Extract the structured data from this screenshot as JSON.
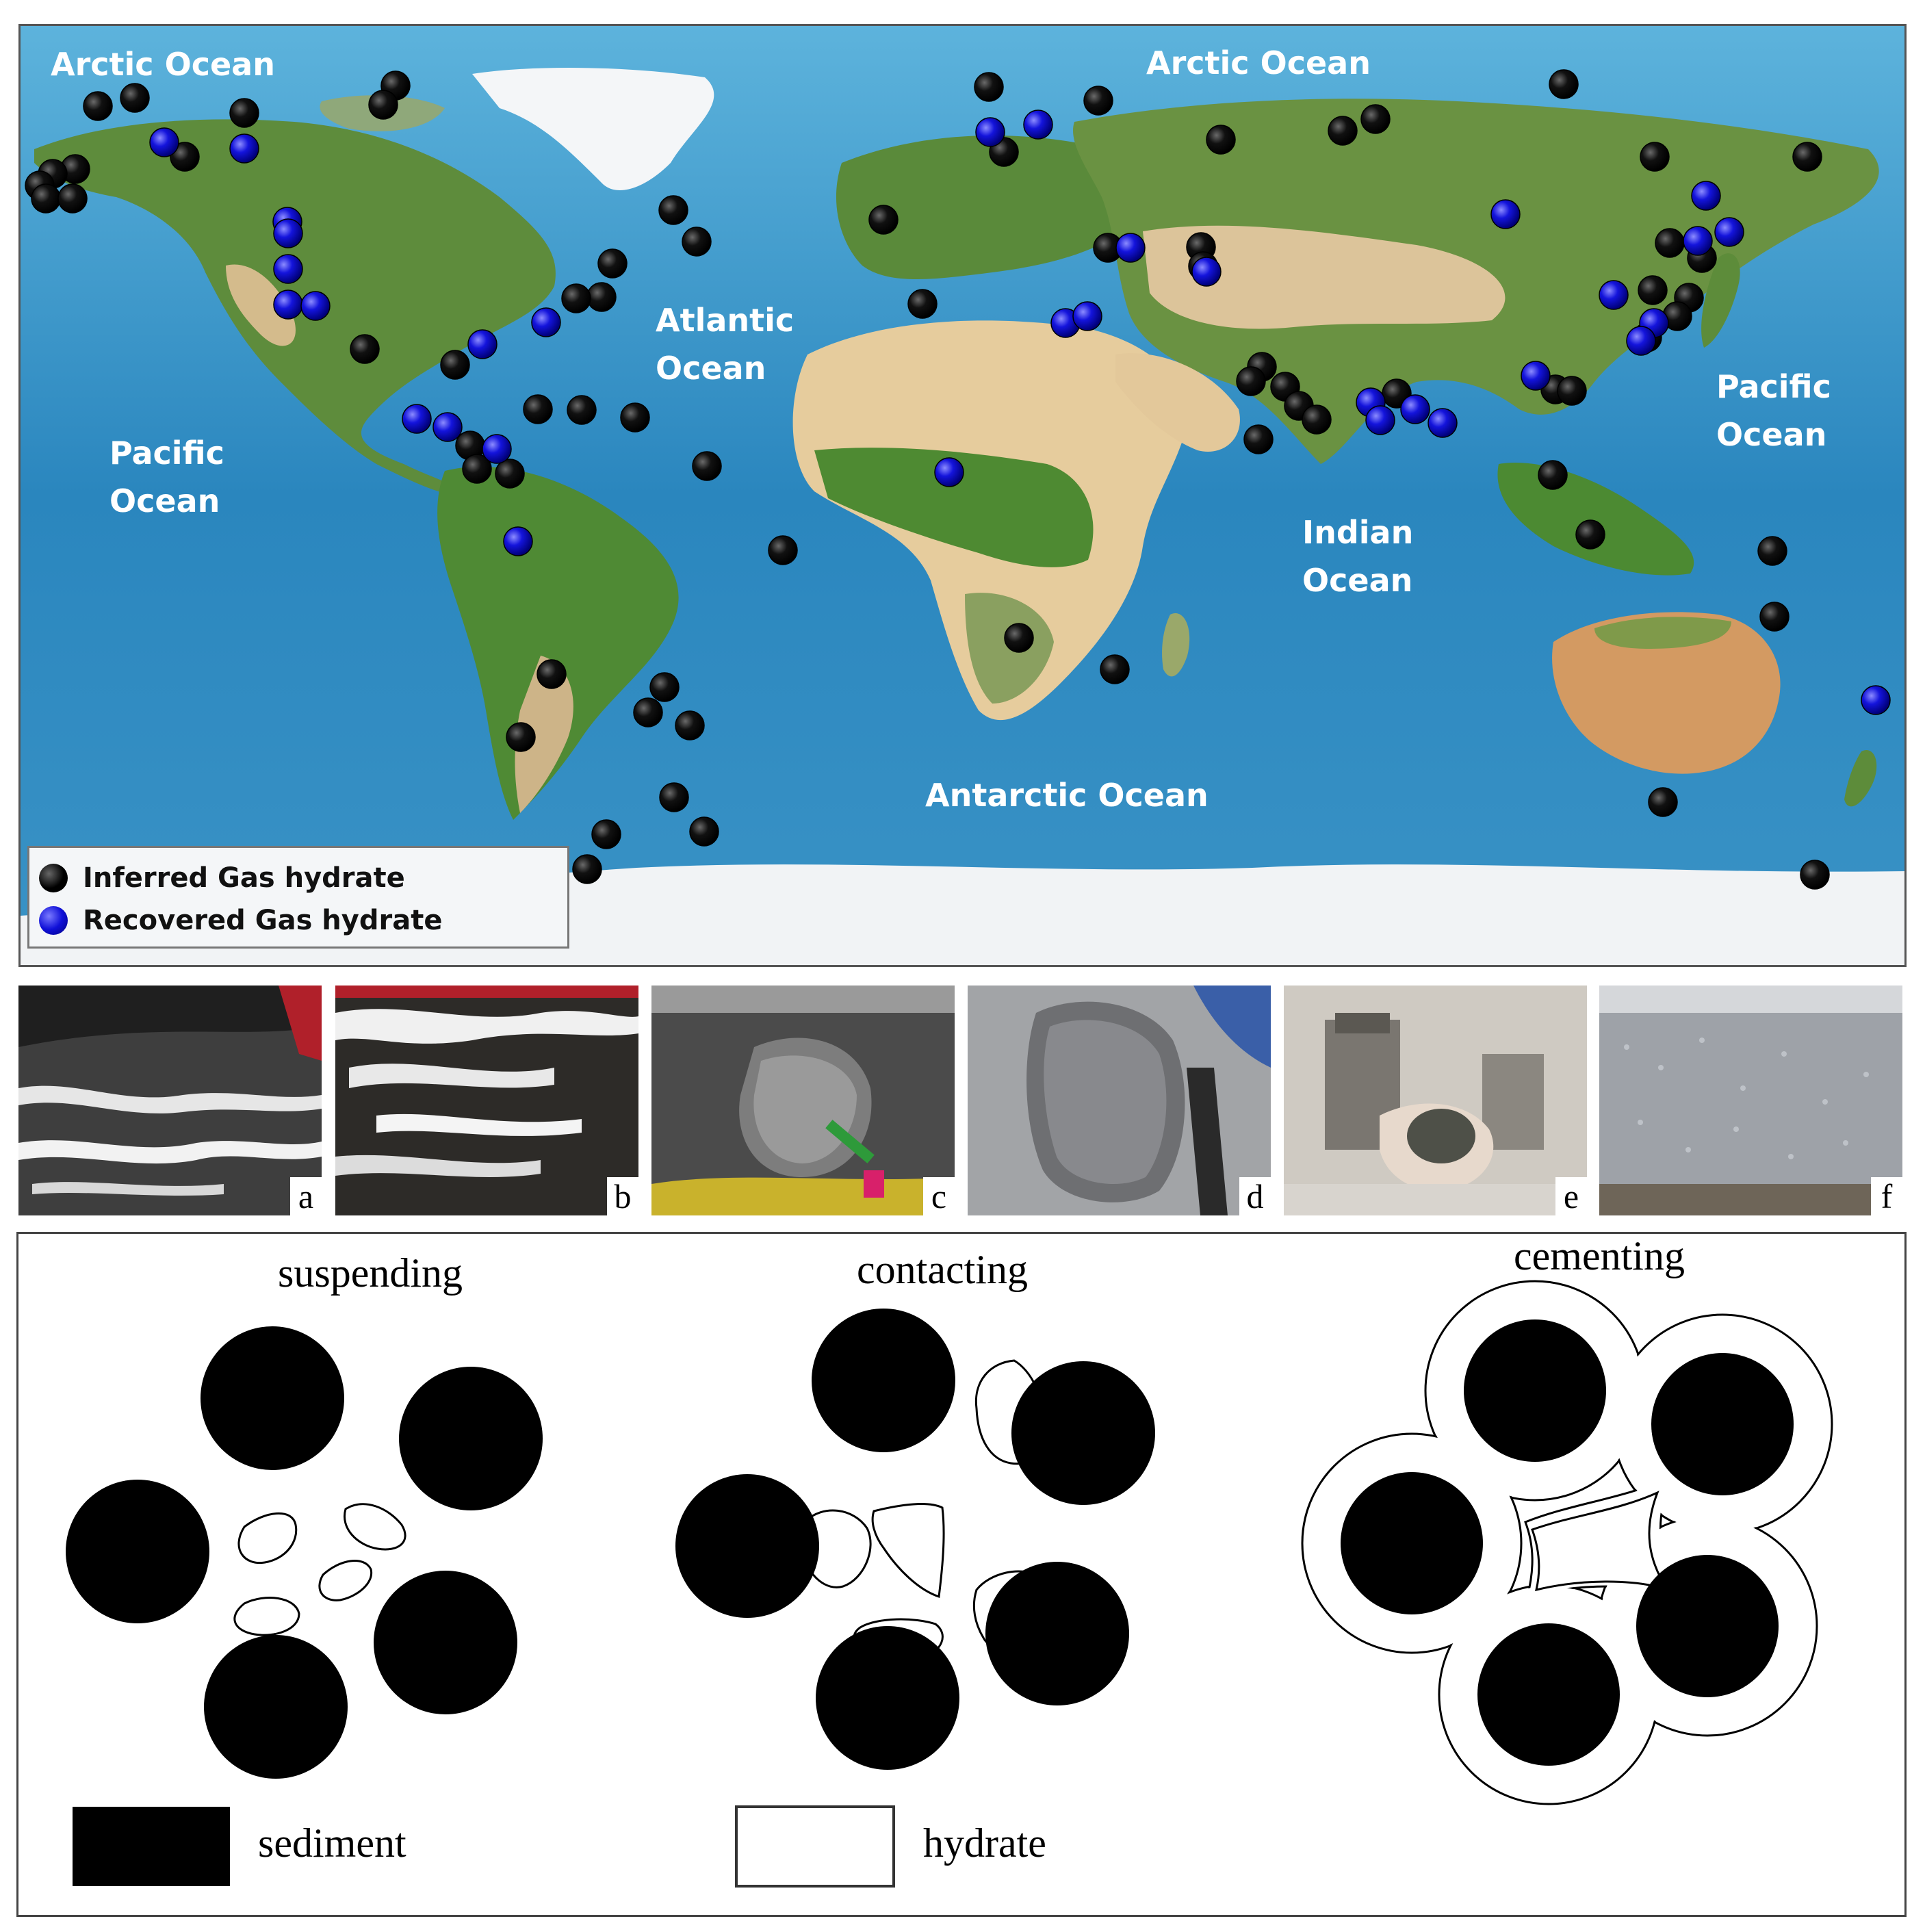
{
  "map": {
    "ocean_labels": [
      {
        "id": "arctic-west",
        "text": "Arctic Ocean"
      },
      {
        "id": "arctic-east",
        "text": "Arctic Ocean"
      },
      {
        "id": "atlantic-1",
        "text": "Atlantic"
      },
      {
        "id": "atlantic-2",
        "text": "Ocean"
      },
      {
        "id": "pacific-west-1",
        "text": "Pacific"
      },
      {
        "id": "pacific-west-2",
        "text": "Ocean"
      },
      {
        "id": "pacific-east-1",
        "text": "Pacific"
      },
      {
        "id": "pacific-east-2",
        "text": "Ocean"
      },
      {
        "id": "indian-1",
        "text": "Indian"
      },
      {
        "id": "indian-2",
        "text": "Ocean"
      },
      {
        "id": "antarctic",
        "text": "Antarctic Ocean"
      }
    ],
    "legend": {
      "inferred_label": "Inferred Gas hydrate",
      "recovered_label": "Recovered Gas hydrate"
    },
    "colors": {
      "inferred": "#000000",
      "recovered": "#1a1ae0",
      "ocean": "#2f8cc2",
      "land": "#5d8a3a",
      "desert": "#e7c99a",
      "ice": "#f2f4f6"
    }
  },
  "photos": [
    {
      "letter": "a"
    },
    {
      "letter": "b"
    },
    {
      "letter": "c"
    },
    {
      "letter": "d"
    },
    {
      "letter": "e"
    },
    {
      "letter": "f"
    }
  ],
  "diagram": {
    "titles": {
      "suspending": "suspending",
      "contacting": "contacting",
      "cementing": "cementing"
    },
    "legend": {
      "sediment": "sediment",
      "hydrate": "hydrate"
    }
  }
}
